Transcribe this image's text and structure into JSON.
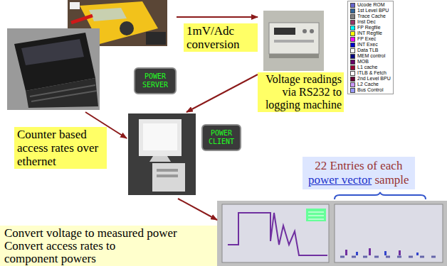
{
  "diagram": {
    "nodes": [
      {
        "text": [
          "POWER SERVER"
        ]
      },
      {
        "text": [
          "Voltage readings via RS232 to logging machine"
        ]
      },
      {
        "text": [
          "POWER CLIENT"
        ]
      },
      {
        "text": [
          "22 Entries of each",
          "power vector",
          "sample"
        ]
      }
    ],
    "edges": [
      {
        "from": 0,
        "to": 1,
        "arrow": "to",
        "label": "1mV/Adc conversion"
      },
      {
        "from": 0,
        "to": 2,
        "arrow": "to",
        "label": "Counter based access rates over ethernet"
      },
      {
        "from": 1,
        "to": 2,
        "arrow": "to"
      },
      {
        "from": 2,
        "to": 3,
        "arrow": "to"
      }
    ],
    "labels": [
      "Convert voltage to measured power",
      "Convert access rates to component powers"
    ],
    "legend": [
      {
        "text": "Ucode ROM",
        "color": "#6666cc"
      },
      {
        "text": "1st Level BPU",
        "color": "#336699"
      },
      {
        "text": "Trace Cache",
        "color": "#808080"
      },
      {
        "text": "Inst Dec",
        "color": "#993366"
      },
      {
        "text": "FP Regfile",
        "color": "#00ffff"
      },
      {
        "text": "INT Regfile",
        "color": "#ffff00"
      },
      {
        "text": "FP Exec",
        "color": "#ff00ff"
      },
      {
        "text": "INT Exec",
        "color": "#0000cc"
      },
      {
        "text": "Data TLB",
        "color": "#ffffff"
      },
      {
        "text": "MEM control",
        "color": "#000080"
      },
      {
        "text": "MOB",
        "color": "#660066"
      },
      {
        "text": "L1 cache",
        "color": "#990033"
      },
      {
        "text": "ITLB & Fetch",
        "color": "#ffffff"
      },
      {
        "text": "2nd Level BPU",
        "color": "#660033"
      },
      {
        "text": "L2 Cache",
        "color": "#cc99ff"
      },
      {
        "text": "Bus Control",
        "color": "#9999ff"
      }
    ]
  }
}
